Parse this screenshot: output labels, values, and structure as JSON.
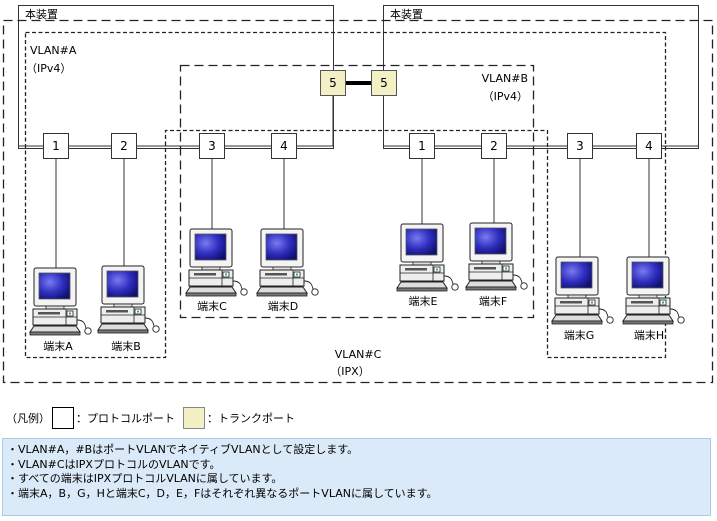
{
  "diagram": {
    "devices": [
      {
        "label": "本装置"
      },
      {
        "label": "本装置"
      }
    ],
    "vlans": {
      "a": {
        "name": "VLAN#A",
        "protocol": "（IPv4）"
      },
      "b": {
        "name": "VLAN#B",
        "protocol": "（IPv4）"
      },
      "c": {
        "name": "VLAN#C",
        "protocol": "（IPX）"
      }
    },
    "ports": {
      "device1": [
        "1",
        "2",
        "3",
        "4",
        "5"
      ],
      "device2": [
        "5",
        "1",
        "2",
        "3",
        "4"
      ]
    },
    "terminals": [
      "端末A",
      "端末B",
      "端末C",
      "端末D",
      "端末E",
      "端末F",
      "端末G",
      "端末H"
    ]
  },
  "legend": {
    "prefix": "（凡例）",
    "protocol_port": "：プロトコルポート",
    "trunk_port": "：トランクポート"
  },
  "notes": [
    "・VLAN#A，#BはポートVLANでネイティブVLANとして設定します。",
    "・VLAN#CはIPXプロトコルのVLANです。",
    "・すべての端末はIPXプロトコルVLANに属しています。",
    "・端末A，B，G，Hと端末C，D，E，Fはそれぞれ異なるポートVLANに属しています。"
  ],
  "colors": {
    "trunk_port_fill": "#f2f0c4",
    "notes_bg": "#dbeaf8",
    "notes_border": "#a9cbe9",
    "screen": "#2a2ab8"
  }
}
